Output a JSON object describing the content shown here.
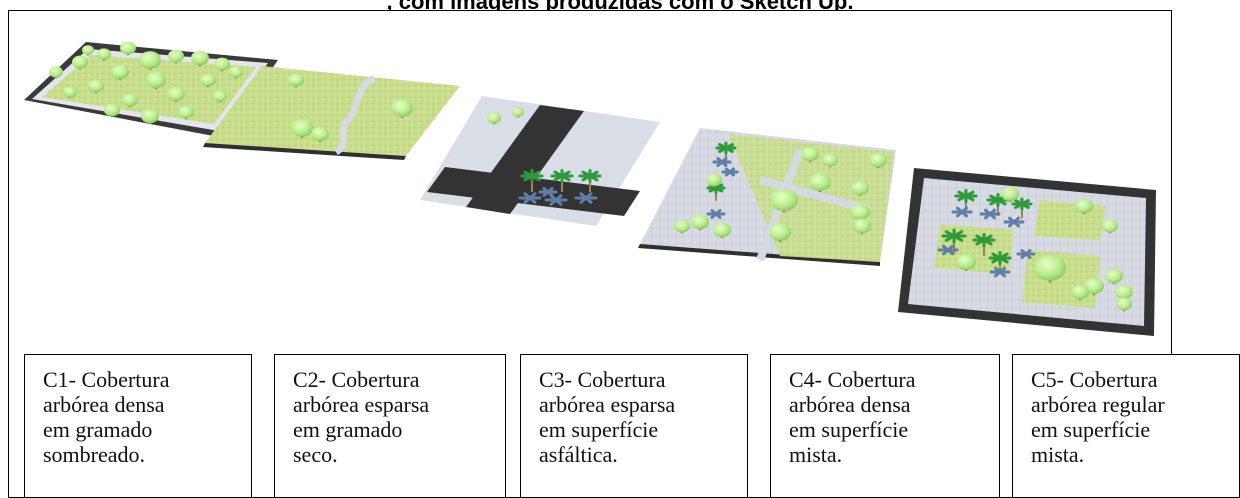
{
  "header": {
    "cut_title": ", com imagens produzidas com o Sketch Up."
  },
  "scenarios": [
    {
      "code": "C1",
      "lines": [
        "C1- Cobertura",
        "arbórea densa",
        "em gramado",
        "sombreado."
      ]
    },
    {
      "code": "C2",
      "lines": [
        "C2- Cobertura",
        "arbórea esparsa",
        "em gramado",
        "seco."
      ]
    },
    {
      "code": "C3",
      "lines": [
        "C3- Cobertura",
        "arbórea esparsa",
        "em superfície",
        "asfáltica."
      ]
    },
    {
      "code": "C4",
      "lines": [
        "C4- Cobertura",
        "arbórea densa",
        "em superfície",
        "mista."
      ]
    },
    {
      "code": "C5",
      "lines": [
        "C5- Cobertura",
        "arbórea regular",
        "em superfície",
        "mista."
      ]
    }
  ],
  "colors": {
    "grass": "#c9df8f",
    "tree": "#b9ee8e",
    "palm": "#2e9a3a",
    "asphalt": "#333333",
    "paving": "#d7dbe3"
  }
}
